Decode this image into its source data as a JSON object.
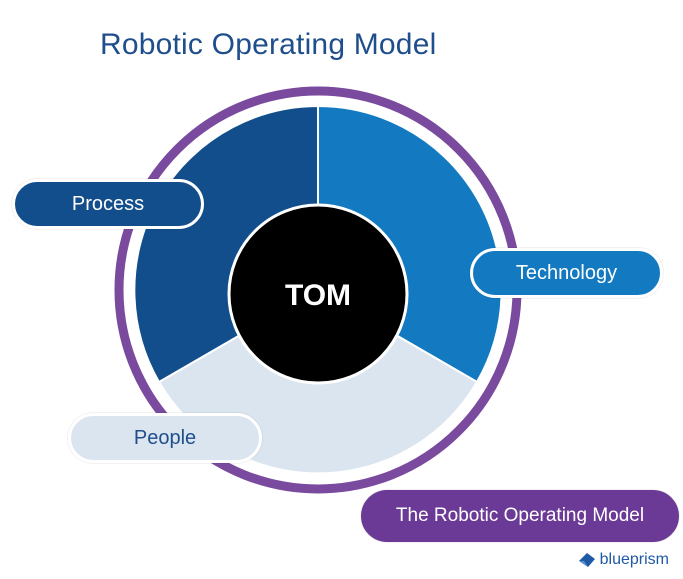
{
  "title": "Robotic Operating Model",
  "center_label": "TOM",
  "segments": {
    "process": "Process",
    "technology": "Technology",
    "people": "People"
  },
  "footer_label": "The Robotic Operating Model",
  "logo_text": "blueprism",
  "colors": {
    "title": "#1f4e8c",
    "process": "#124e8c",
    "technology": "#137ac2",
    "people": "#dbe5f0",
    "outer_ring": "#7a4a9e",
    "center": "#000000",
    "footer": "#6b3a96"
  }
}
